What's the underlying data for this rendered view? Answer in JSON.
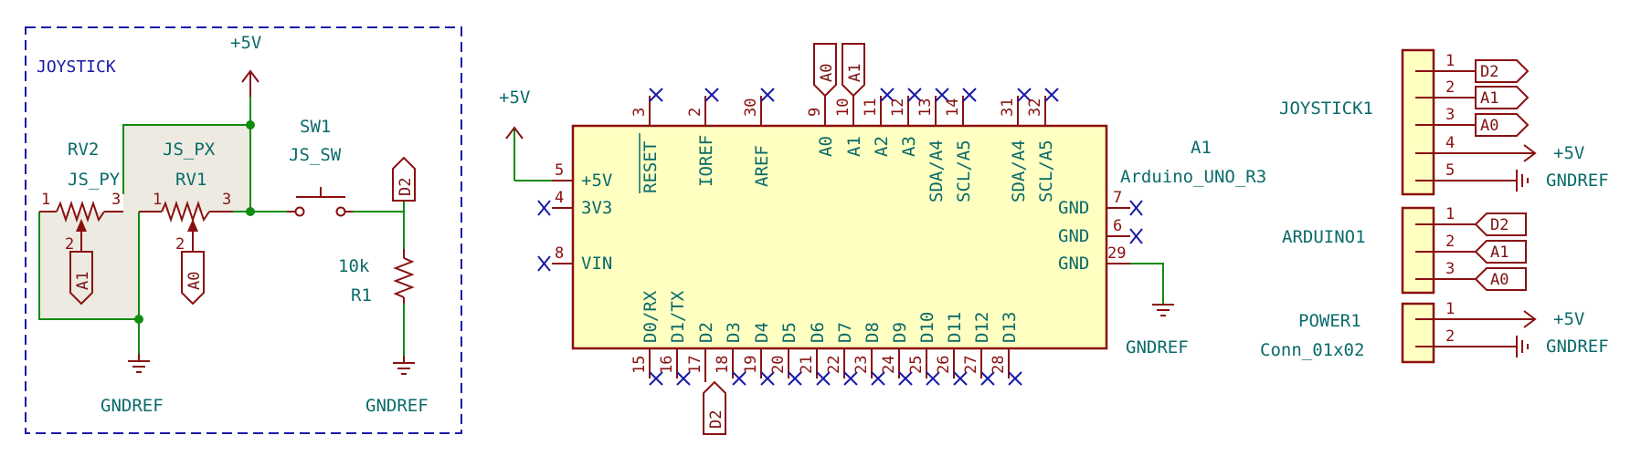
{
  "joystick_block": {
    "title": "JOYSTICK",
    "vcc": "+5V",
    "gnd_left": "GNDREF",
    "gnd_right": "GNDREF"
  },
  "rv2": {
    "ref": "RV2",
    "value": "JS_PY",
    "pin1": "1",
    "pin2": "2",
    "pin3": "3"
  },
  "rv1": {
    "ref": "RV1",
    "value": "JS_PX",
    "pin1": "1",
    "pin2": "2",
    "pin3": "3"
  },
  "sw1": {
    "ref": "SW1",
    "value": "JS_SW"
  },
  "r1": {
    "ref": "R1",
    "value": "10k"
  },
  "labels": {
    "a1": "A1",
    "a0": "A0",
    "d2": "D2"
  },
  "arduino": {
    "ref": "A1",
    "value": "Arduino_UNO_R3",
    "vcc": "+5V",
    "gnd": "GNDREF",
    "left_pins": [
      {
        "num": "5",
        "name": "+5V"
      },
      {
        "num": "4",
        "name": "3V3"
      },
      {
        "num": "8",
        "name": "VIN"
      }
    ],
    "right_pins": [
      {
        "num": "7",
        "name": "GND"
      },
      {
        "num": "6",
        "name": "GND"
      },
      {
        "num": "29",
        "name": "GND"
      }
    ],
    "top_pins": [
      {
        "num": "3",
        "name": "RESET"
      },
      {
        "num": "2",
        "name": "IOREF"
      },
      {
        "num": "30",
        "name": "AREF"
      },
      {
        "num": "9",
        "name": "A0"
      },
      {
        "num": "10",
        "name": "A1"
      },
      {
        "num": "11",
        "name": "A2"
      },
      {
        "num": "12",
        "name": "A3"
      },
      {
        "num": "13",
        "name": "SDA/A4"
      },
      {
        "num": "14",
        "name": "SCL/A5"
      },
      {
        "num": "31",
        "name": "SDA/A4"
      },
      {
        "num": "32",
        "name": "SCL/A5"
      }
    ],
    "bottom_pins": [
      {
        "num": "15",
        "name": "D0/RX"
      },
      {
        "num": "16",
        "name": "D1/TX"
      },
      {
        "num": "17",
        "name": "D2"
      },
      {
        "num": "18",
        "name": "D3"
      },
      {
        "num": "19",
        "name": "D4"
      },
      {
        "num": "20",
        "name": "D5"
      },
      {
        "num": "21",
        "name": "D6"
      },
      {
        "num": "22",
        "name": "D7"
      },
      {
        "num": "23",
        "name": "D8"
      },
      {
        "num": "24",
        "name": "D9"
      },
      {
        "num": "25",
        "name": "D10"
      },
      {
        "num": "26",
        "name": "D11"
      },
      {
        "num": "27",
        "name": "D12"
      },
      {
        "num": "28",
        "name": "D13"
      }
    ],
    "labels": {
      "a0": "A0",
      "a1": "A1",
      "d2": "D2"
    }
  },
  "connectors": {
    "joystick1": {
      "ref": "JOYSTICK1",
      "pins": [
        {
          "num": "1",
          "label": "D2"
        },
        {
          "num": "2",
          "label": "A1"
        },
        {
          "num": "3",
          "label": "A0"
        },
        {
          "num": "4",
          "label": "+5V"
        },
        {
          "num": "5",
          "label": "GNDREF"
        }
      ]
    },
    "arduino1": {
      "ref": "ARDUINO1",
      "pins": [
        {
          "num": "1",
          "label": "D2"
        },
        {
          "num": "2",
          "label": "A1"
        },
        {
          "num": "3",
          "label": "A0"
        }
      ]
    },
    "power1": {
      "ref": "POWER1",
      "value": "Conn_01x02",
      "pins": [
        {
          "num": "1",
          "label": "+5V"
        },
        {
          "num": "2",
          "label": "GNDREF"
        }
      ]
    }
  }
}
